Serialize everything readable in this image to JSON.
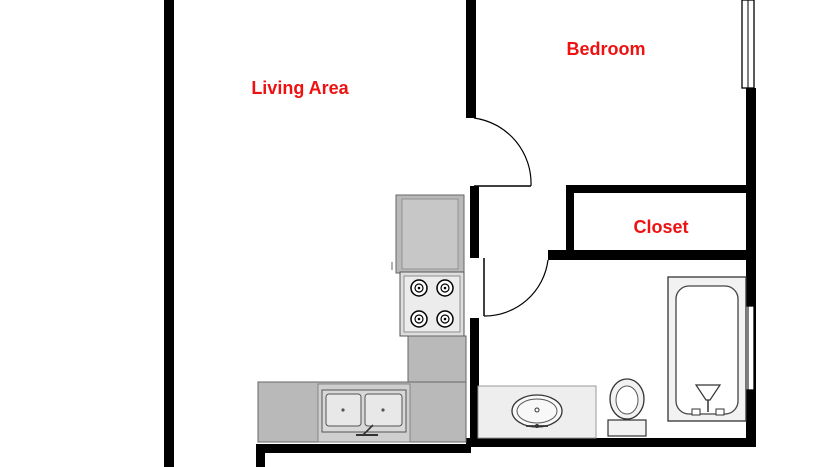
{
  "labels": {
    "living_area": "Living Area",
    "bedroom": "Bedroom",
    "closet": "Closet"
  },
  "colors": {
    "label": "#ee1111",
    "wall": "#000000",
    "cabinet": "#b9b9b9",
    "counter": "#cfcfcf",
    "fixture_fill": "#f2f2f2",
    "fixture_stroke": "#444444"
  }
}
